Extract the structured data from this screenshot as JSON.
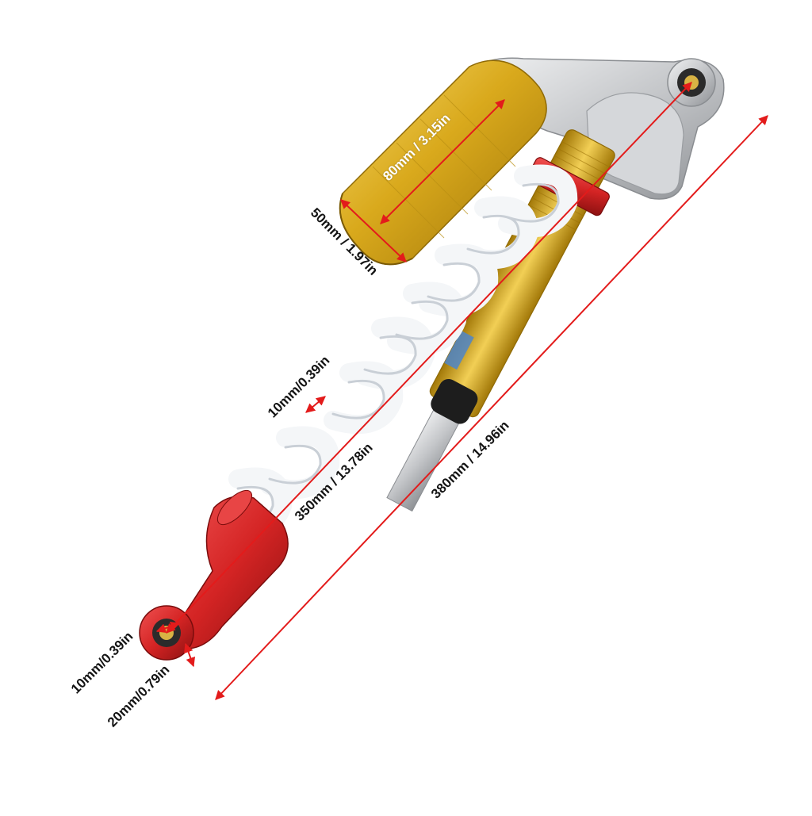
{
  "product": {
    "subject": "rear shock absorber with reservoir",
    "colors": {
      "reservoir": "#d9a91c",
      "spring": "#f4f6f8",
      "bracket": "#c4c6c9",
      "lower_mount": "#d42424",
      "preload_ring": "#c81f24",
      "dimension_line": "#e31b1b"
    }
  },
  "dimensions": {
    "reservoir_length": "80mm / 3.15in",
    "reservoir_diameter": "50mm / 1.97in",
    "rod_diameter": "10mm/0.39in",
    "eye_to_eye": "350mm / 13.78in",
    "overall_length": "380mm / 14.96in",
    "bushing_inner": "10mm/0.39in",
    "bushing_width": "20mm/0.79in"
  }
}
